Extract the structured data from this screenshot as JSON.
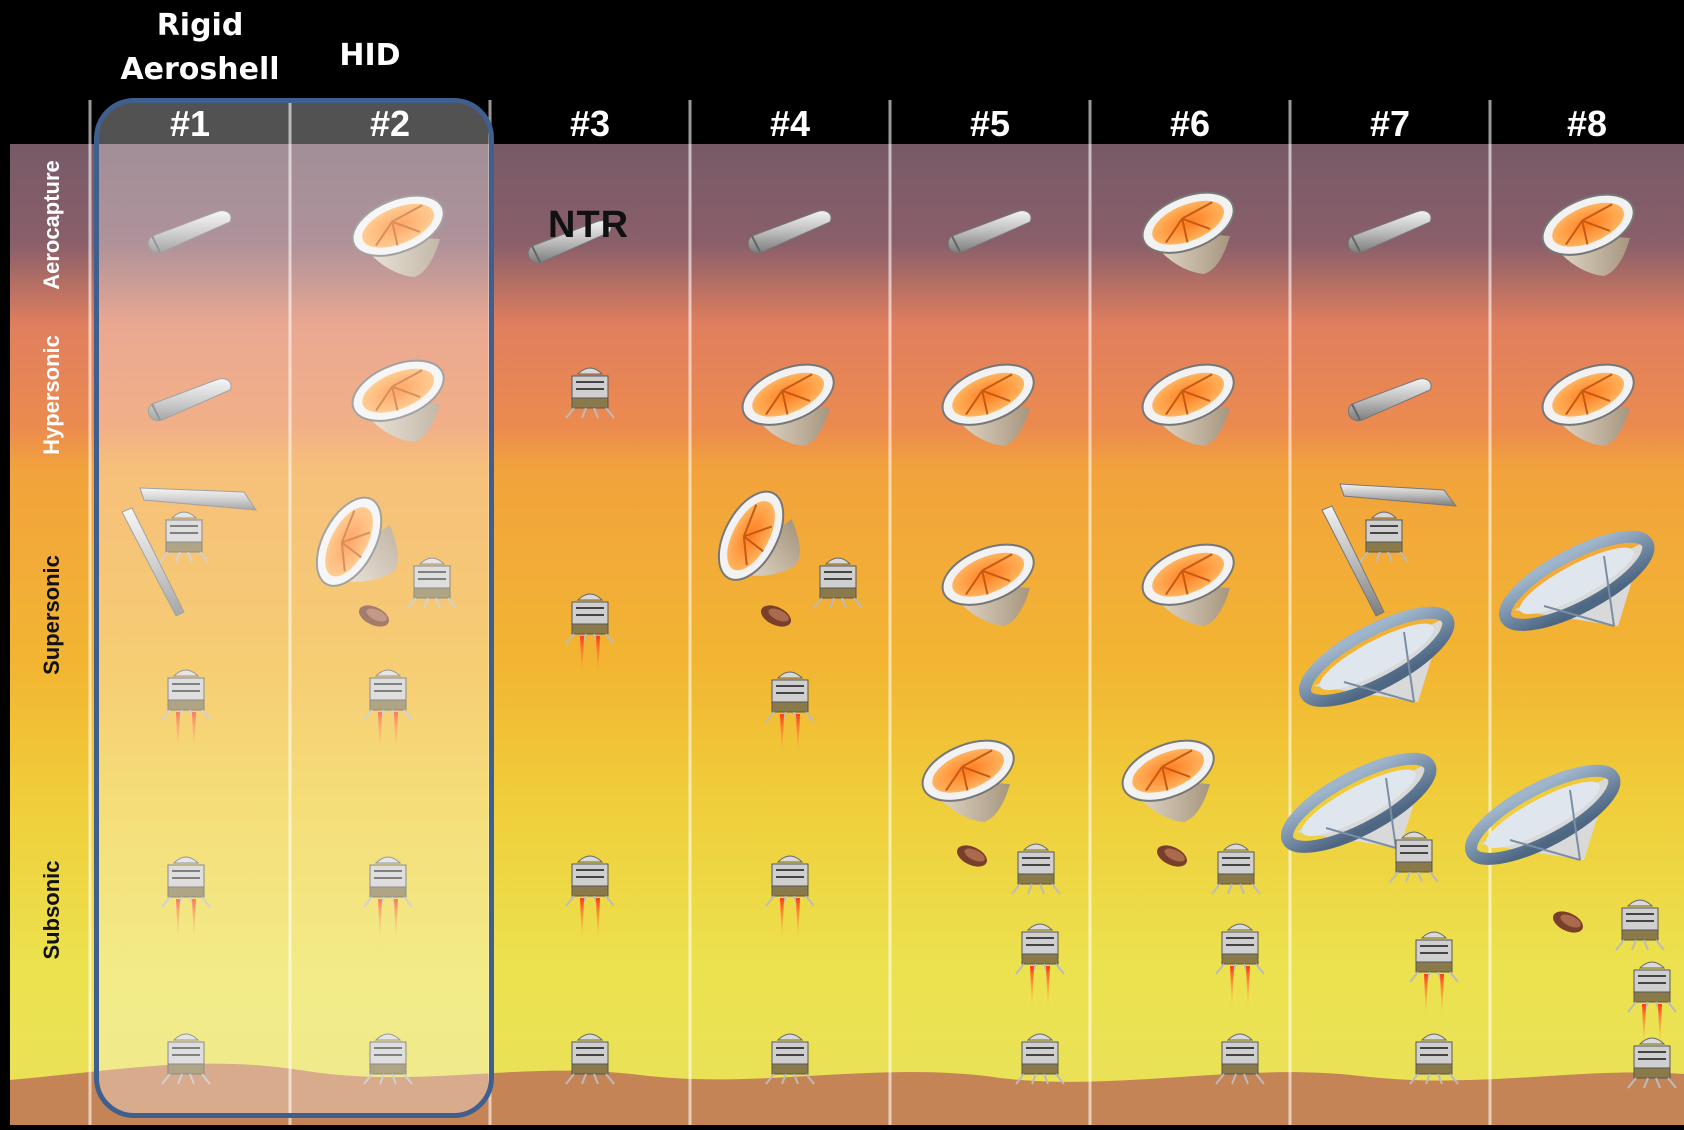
{
  "top_labels": {
    "col1": [
      "Rigid",
      "Aeroshell"
    ],
    "col2": "HID"
  },
  "columns": [
    "#1",
    "#2",
    "#3",
    "#4",
    "#5",
    "#6",
    "#7",
    "#8"
  ],
  "rows": [
    "Aerocapture",
    "Hypersonic",
    "Supersonic",
    "Subsonic"
  ],
  "ntr_label": "NTR",
  "colors": {
    "header_bar": "#000000",
    "sky_top": "#7a5c6c",
    "sky_hypersonic": "#e98a55",
    "sky_supersonic": "#f0b23a",
    "sky_subsonic": "#eadd4a",
    "ground": "#c8875a",
    "highlight_border": "#3f5f8f"
  },
  "icons": [
    "rigid-aeroshell-icon",
    "hid-aeroshell-icon",
    "lander-icon",
    "lander-firing-icon",
    "heatshield-icon",
    "supersonic-decelerator-icon"
  ]
}
